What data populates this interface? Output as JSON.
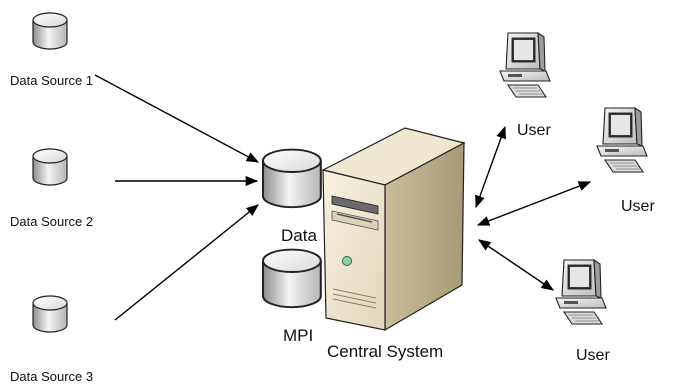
{
  "sources": {
    "source_1": "Data Source 1",
    "source_2": "Data Source 2",
    "source_3": "Data Source 3"
  },
  "central": {
    "data_db_label": "Data",
    "mpi_db_label": "MPI",
    "system_label": "Central System"
  },
  "users": {
    "user_1": "User",
    "user_2": "User",
    "user_3": "User"
  }
}
